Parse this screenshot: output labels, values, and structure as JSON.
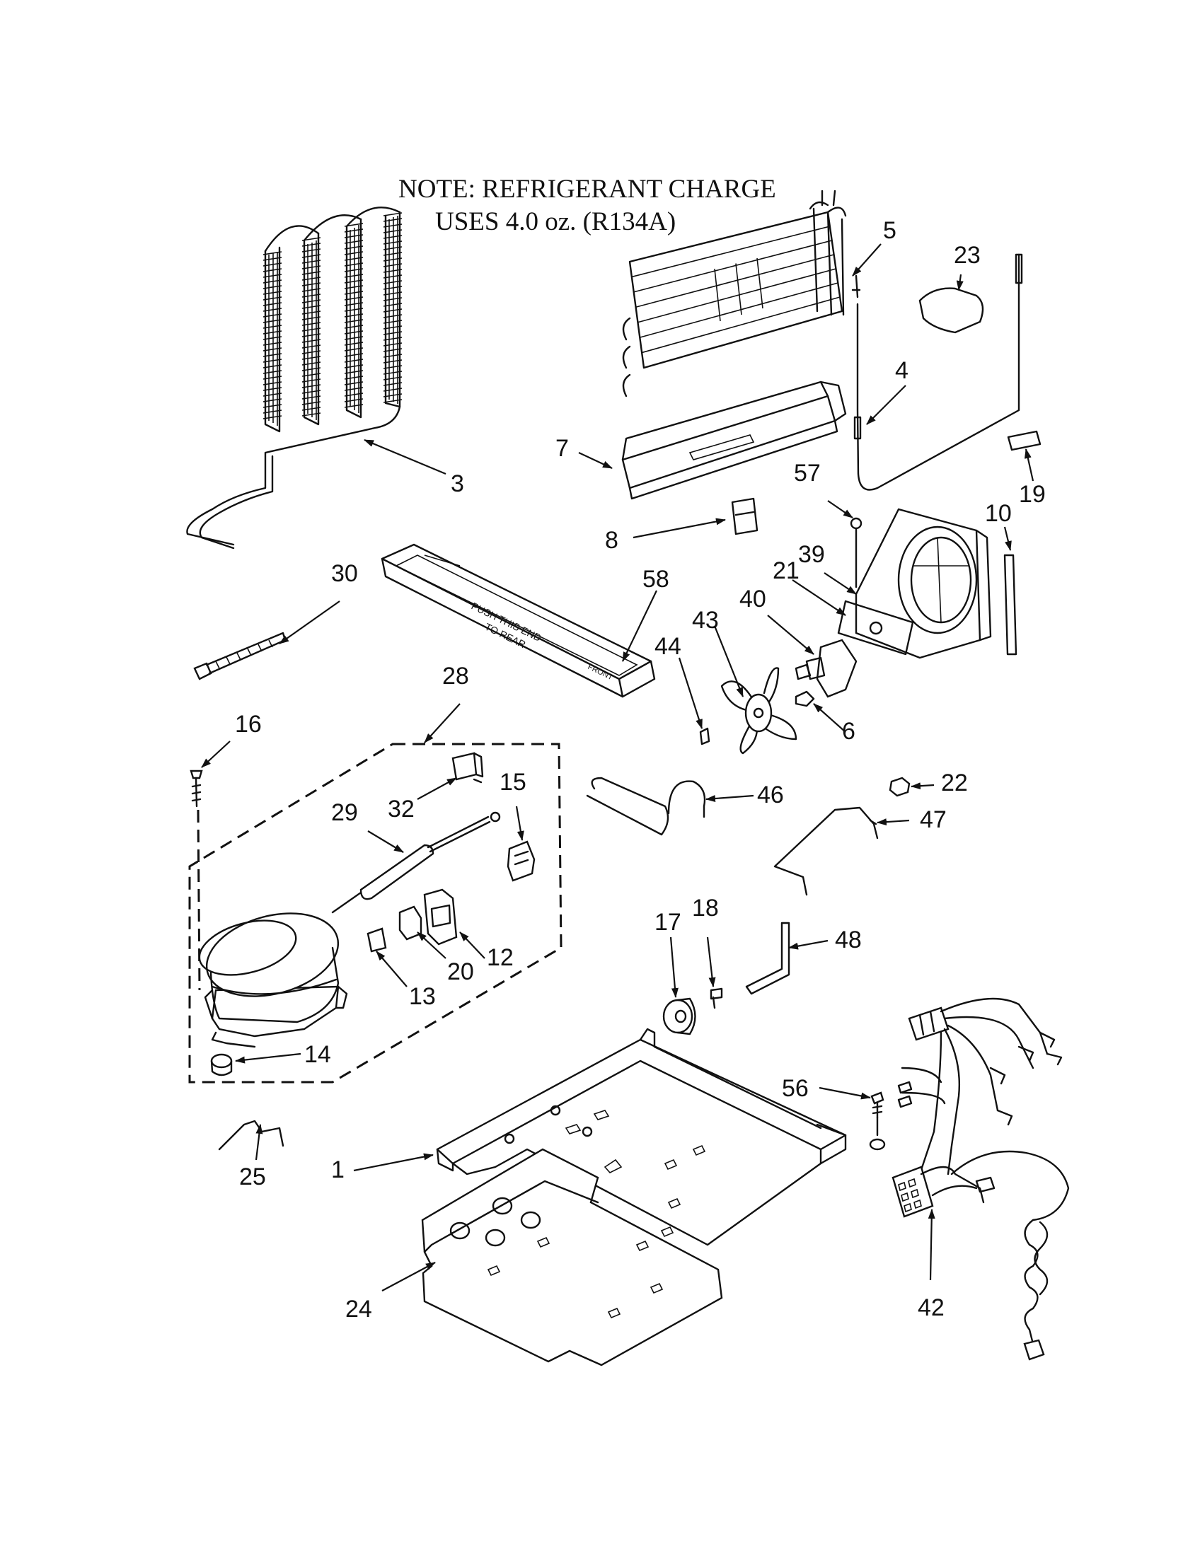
{
  "note": {
    "line1": "NOTE: REFRIGERANT CHARGE",
    "line2": "USES 4.0 oz. (R134A)"
  },
  "callouts": {
    "p1": "1",
    "p3": "3",
    "p4": "4",
    "p5": "5",
    "p6": "6",
    "p7": "7",
    "p8": "8",
    "p10": "10",
    "p12": "12",
    "p13": "13",
    "p14": "14",
    "p15": "15",
    "p16": "16",
    "p17": "17",
    "p18": "18",
    "p19": "19",
    "p20": "20",
    "p21": "21",
    "p22": "22",
    "p23": "23",
    "p24": "24",
    "p25": "25",
    "p28": "28",
    "p29": "29",
    "p30": "30",
    "p32": "32",
    "p39": "39",
    "p40": "40",
    "p42": "42",
    "p43": "43",
    "p44": "44",
    "p46": "46",
    "p47": "47",
    "p48": "48",
    "p56": "56",
    "p57": "57",
    "p58": "58"
  },
  "tray_text": {
    "line1": "PUSH THIS END",
    "line2": "TO REAR",
    "front": "FRONT"
  }
}
